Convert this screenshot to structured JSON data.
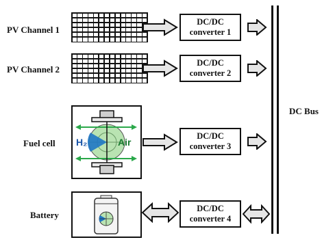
{
  "sources": {
    "pv1": "PV Channel 1",
    "pv2": "PV Channel 2",
    "fuel_cell": "Fuel cell",
    "battery": "Battery"
  },
  "converters": [
    {
      "line1": "DC/DC",
      "line2": "converter 1"
    },
    {
      "line1": "DC/DC",
      "line2": "converter 2"
    },
    {
      "line1": "DC/DC",
      "line2": "converter 3"
    },
    {
      "line1": "DC/DC",
      "line2": "converter 4"
    }
  ],
  "bus_label": "DC Bus",
  "fuel_cell_gases": {
    "left": "H₂",
    "right": "Air"
  },
  "colors": {
    "arrow_fill": "#e6e6e6",
    "gas_arrow": "#2aa84a",
    "h2_wedge": "#1f77c4",
    "air_disc": "#b9e3b2"
  }
}
